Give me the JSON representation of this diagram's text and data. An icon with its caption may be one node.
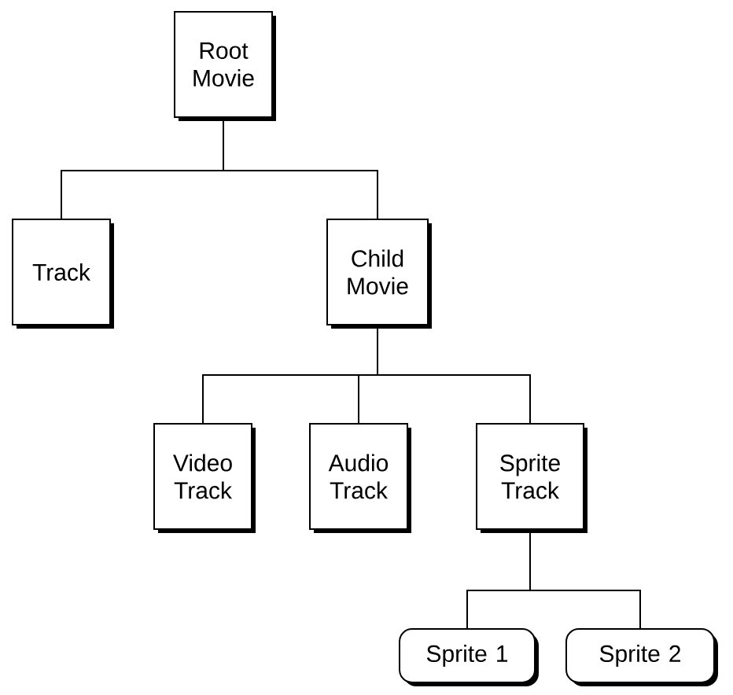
{
  "diagram": {
    "nodes": [
      {
        "text": [
          "Root Movie"
        ]
      },
      {
        "text": [
          "Track"
        ]
      },
      {
        "text": [
          "Child Movie"
        ]
      },
      {
        "text": [
          "Video Track"
        ]
      },
      {
        "text": [
          "Audio Track"
        ]
      },
      {
        "text": [
          "Sprite Track"
        ]
      },
      {
        "text": [
          "Sprite 1"
        ]
      },
      {
        "text": [
          "Sprite 2"
        ]
      }
    ],
    "edges": [
      {
        "from": 0,
        "to": 1,
        "arrow": "none"
      },
      {
        "from": 0,
        "to": 2,
        "arrow": "none"
      },
      {
        "from": 2,
        "to": 3,
        "arrow": "none"
      },
      {
        "from": 2,
        "to": 4,
        "arrow": "none"
      },
      {
        "from": 2,
        "to": 5,
        "arrow": "none"
      },
      {
        "from": 5,
        "to": 6,
        "arrow": "none"
      },
      {
        "from": 5,
        "to": 7,
        "arrow": "none"
      }
    ]
  }
}
